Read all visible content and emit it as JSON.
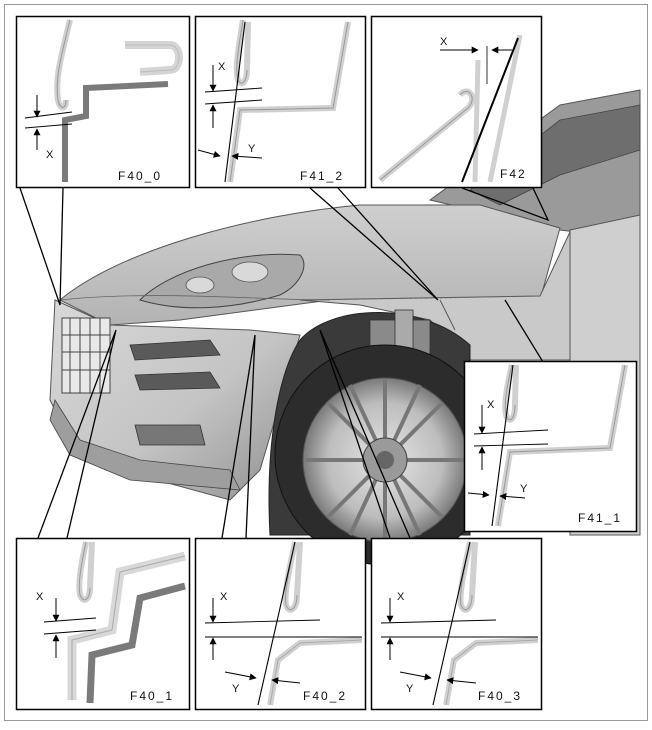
{
  "panels": [
    {
      "id": "F40_0",
      "label": "F40_0"
    },
    {
      "id": "F41_2",
      "label": "F41_2"
    },
    {
      "id": "F42",
      "label": "F42"
    },
    {
      "id": "F41_1",
      "label": "F41_1"
    },
    {
      "id": "F40_1",
      "label": "F40_1"
    },
    {
      "id": "F40_2",
      "label": "F40_2"
    },
    {
      "id": "F40_3",
      "label": "F40_3"
    }
  ],
  "dims": {
    "x": "X",
    "y": "Y"
  }
}
